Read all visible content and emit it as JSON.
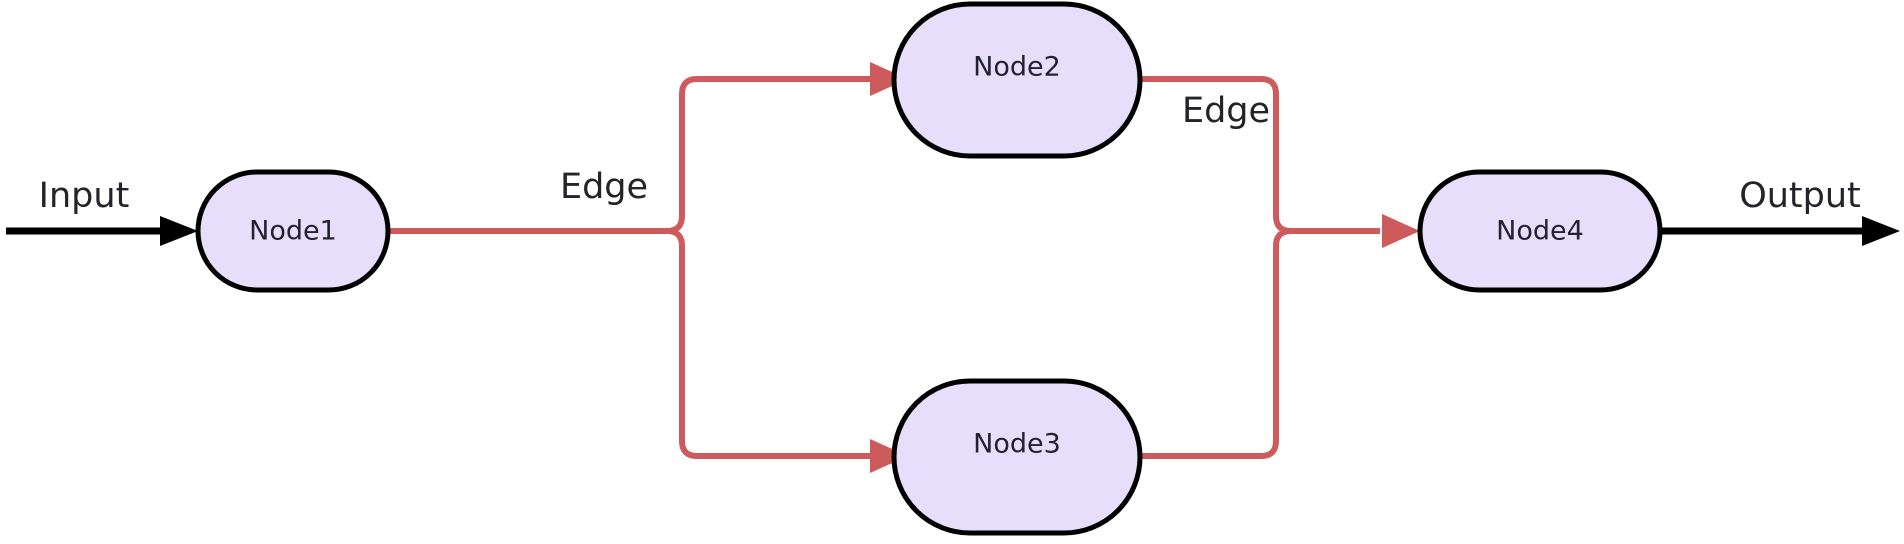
{
  "diagram": {
    "title": "flowchart",
    "background_color": "#ffffff",
    "node_fill": "#e7defb",
    "node_stroke": "#000000",
    "edge_color": "#ce5b5b",
    "io_color": "#000000",
    "nodes": [
      {
        "id": "node1",
        "label": "Node1"
      },
      {
        "id": "node2",
        "label": "Node2"
      },
      {
        "id": "node3",
        "label": "Node3"
      },
      {
        "id": "node4",
        "label": "Node4"
      }
    ],
    "io": [
      {
        "id": "input",
        "label": "Input"
      },
      {
        "id": "output",
        "label": "Output"
      }
    ],
    "edge_labels": [
      {
        "id": "edge-label-left",
        "label": "Edge"
      },
      {
        "id": "edge-label-right",
        "label": "Edge"
      }
    ]
  }
}
